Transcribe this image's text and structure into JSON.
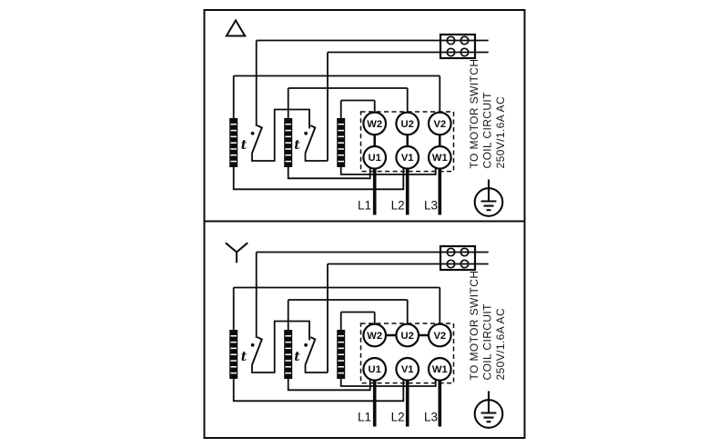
{
  "diagram": {
    "background": "#ffffff",
    "line_color": "#0b0b0b",
    "panels": [
      {
        "connection": "delta",
        "symbol": "delta-triangle",
        "terminals_top": [
          "W2",
          "U2",
          "V2"
        ],
        "terminals_bottom": [
          "U1",
          "V1",
          "W1"
        ],
        "supply_lines": [
          "L1",
          "L2",
          "L3"
        ],
        "thermal_switch_label": "t",
        "side_note": [
          "TO MOTOR SWITCH",
          "COIL CIRCUIT",
          "250V/1.6A AC"
        ]
      },
      {
        "connection": "star",
        "symbol": "star-wye",
        "terminals_top": [
          "W2",
          "U2",
          "V2"
        ],
        "terminals_bottom": [
          "U1",
          "V1",
          "W1"
        ],
        "supply_lines": [
          "L1",
          "L2",
          "L3"
        ],
        "thermal_switch_label": "t",
        "side_note": [
          "TO MOTOR SWITCH",
          "COIL CIRCUIT",
          "250V/1.6A AC"
        ]
      }
    ]
  }
}
